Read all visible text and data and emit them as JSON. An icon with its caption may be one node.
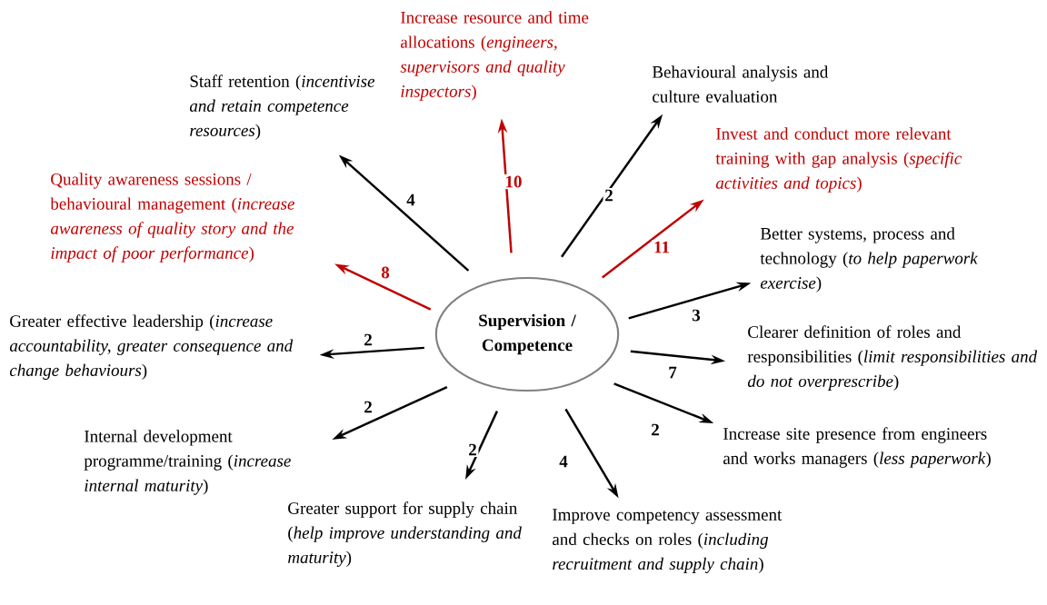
{
  "diagram": {
    "nodes": [
      {
        "text": [
          "Supervision / Competence"
        ]
      },
      {
        "text": [
          "Increase resource and time allocations (*engineers, supervisors and quality inspectors*)"
        ]
      },
      {
        "text": [
          "Behavioural analysis and culture evaluation"
        ]
      },
      {
        "text": [
          "Staff retention (*incentivise and retain competence resources*)"
        ]
      },
      {
        "text": [
          "Invest and conduct more relevant training with gap analysis (*specific activities and topics*)"
        ]
      },
      {
        "text": [
          "Quality awareness sessions / behavioural management (*increase awareness of quality story and the impact of poor performance*)"
        ]
      },
      {
        "text": [
          "Better systems, process and technology (*to help paperwork exercise*)"
        ]
      },
      {
        "text": [
          "Greater effective leadership (*increase accountability, greater consequence and change behaviours*)"
        ]
      },
      {
        "text": [
          "Clearer definition of roles and responsibilities (*limit responsibilities and do not overprescribe*)"
        ]
      },
      {
        "text": [
          "Internal development programme/training (*increase internal maturity*)"
        ]
      },
      {
        "text": [
          "Increase site presence from engineers and works managers (*less paperwork*)"
        ]
      },
      {
        "text": [
          "Greater support for supply chain (*help improve understanding and maturity*)"
        ]
      },
      {
        "text": [
          "Improve competency assessment and checks on roles (*including recruitment and supply chain*)"
        ]
      }
    ],
    "edges": [
      {
        "from": 0,
        "to": 1,
        "arrow": "to",
        "label": "10",
        "color": "#c00000"
      },
      {
        "from": 0,
        "to": 2,
        "arrow": "to",
        "label": "2"
      },
      {
        "from": 0,
        "to": 3,
        "arrow": "to",
        "label": "4"
      },
      {
        "from": 0,
        "to": 4,
        "arrow": "to",
        "label": "11",
        "color": "#c00000"
      },
      {
        "from": 0,
        "to": 5,
        "arrow": "to",
        "label": "8",
        "color": "#c00000"
      },
      {
        "from": 0,
        "to": 6,
        "arrow": "to",
        "label": "3"
      },
      {
        "from": 0,
        "to": 7,
        "arrow": "to",
        "label": "2"
      },
      {
        "from": 0,
        "to": 8,
        "arrow": "to",
        "label": "7"
      },
      {
        "from": 0,
        "to": 9,
        "arrow": "to",
        "label": "2"
      },
      {
        "from": 0,
        "to": 10,
        "arrow": "to",
        "label": "2"
      },
      {
        "from": 0,
        "to": 11,
        "arrow": "to",
        "label": "2"
      },
      {
        "from": 0,
        "to": 12,
        "arrow": "to",
        "label": "4"
      }
    ]
  }
}
